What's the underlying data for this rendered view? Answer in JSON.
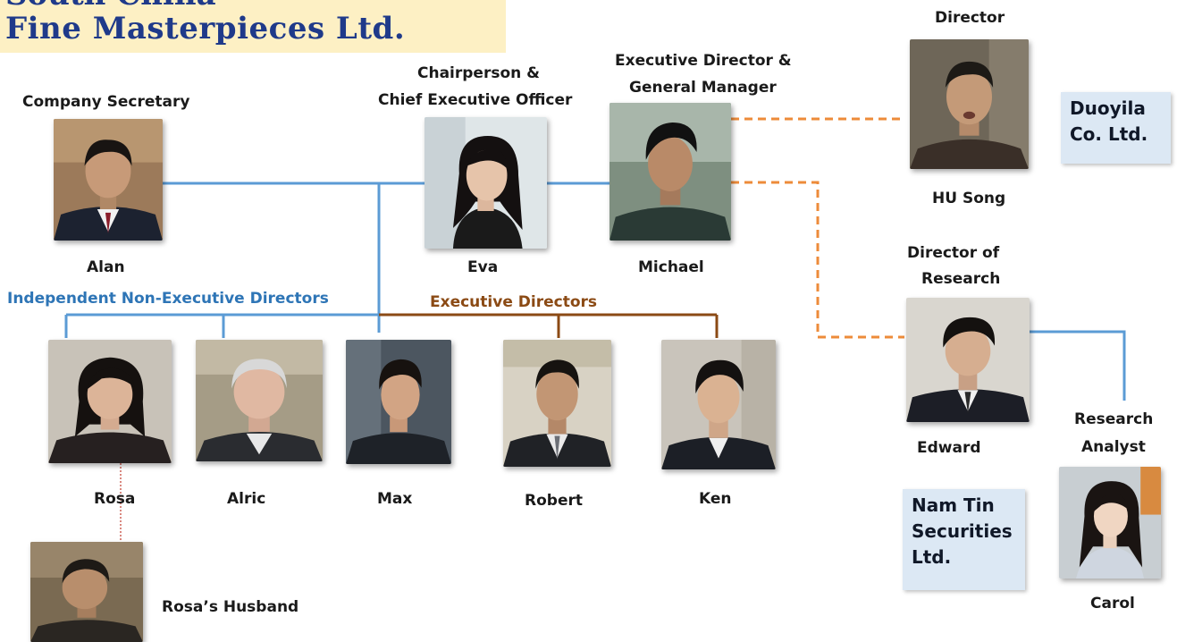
{
  "header": {
    "title_top": "South China",
    "title": "Fine Masterpieces Ltd."
  },
  "groups": {
    "independent": "Independent Non-Executive Directors",
    "executive": "Executive Directors"
  },
  "colors": {
    "solid_line": "#5b9bd5",
    "dashed_line": "#ed8b3a",
    "exec_line": "#8b4a14",
    "spouse_line": "#c0392b",
    "independent_text": "#2e75b6",
    "executive_text": "#8b4a14",
    "company_box": "#dce8f4"
  },
  "people": {
    "alan": {
      "name": "Alan",
      "role": "Company Secretary"
    },
    "eva": {
      "name": "Eva",
      "role_line1": "Chairperson &",
      "role_line2": "Chief Executive Officer"
    },
    "michael": {
      "name": "Michael",
      "role_line1": "Executive Director &",
      "role_line2": "General Manager"
    },
    "hu": {
      "name": "HU Song",
      "role": "Director"
    },
    "edward": {
      "name": "Edward",
      "role_line1": "Director of",
      "role_line2": "Research"
    },
    "carol": {
      "name": "Carol",
      "role_line1": "Research",
      "role_line2": "Analyst"
    },
    "rosa": {
      "name": "Rosa"
    },
    "alric": {
      "name": "Alric"
    },
    "max": {
      "name": "Max"
    },
    "robert": {
      "name": "Robert"
    },
    "ken": {
      "name": "Ken"
    },
    "husband": {
      "name": "Rosa’s Husband"
    }
  },
  "companies": {
    "duoyila": {
      "line1": "Duoyila",
      "line2": "Co. Ltd."
    },
    "namtin": {
      "line1": "Nam Tin",
      "line2": "Securities",
      "line3": "Ltd."
    }
  }
}
